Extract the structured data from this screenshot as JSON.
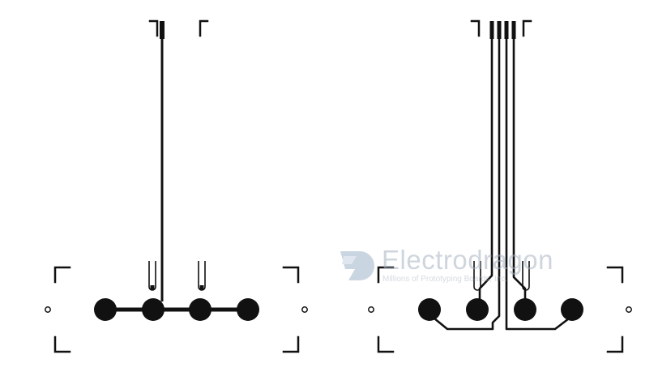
{
  "watermark": {
    "title": "Electrodragon",
    "subtitle": "Millions of Prototyping Boards, Inc.",
    "color": "#a9b4c2"
  },
  "colors": {
    "trace": "#111111",
    "background": "#ffffff"
  },
  "left_pcb": {
    "pads": 4,
    "traces_out": 1
  },
  "right_pcb": {
    "pads": 4,
    "traces_out": 4
  }
}
